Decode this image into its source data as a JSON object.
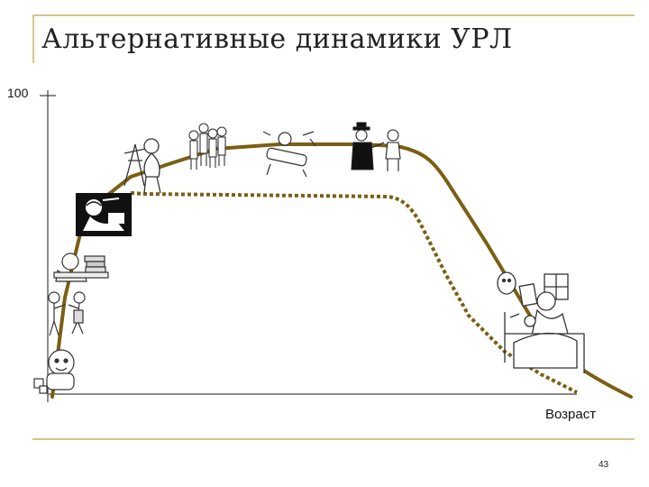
{
  "slide": {
    "title": "Альтернативные динамики УРЛ",
    "page_number": "43"
  },
  "axes": {
    "y_max_label": "100",
    "x_label": "Возраст"
  },
  "curves": [
    {
      "id": "solid",
      "style": "solid",
      "color": "#7a5f14"
    },
    {
      "id": "dashed",
      "style": "dashed",
      "color": "#7a5f14"
    }
  ],
  "illustrations": [
    "baby-clipart",
    "children-clipart",
    "student-clipart",
    "scientist-clipart",
    "teacher-clipart",
    "workers-clipart",
    "hospital-clipart",
    "business-clipart",
    "elderly-bed-clipart"
  ],
  "colors": {
    "frame": "#d8c48a",
    "curve": "#7a5f14",
    "axis": "#444444"
  }
}
